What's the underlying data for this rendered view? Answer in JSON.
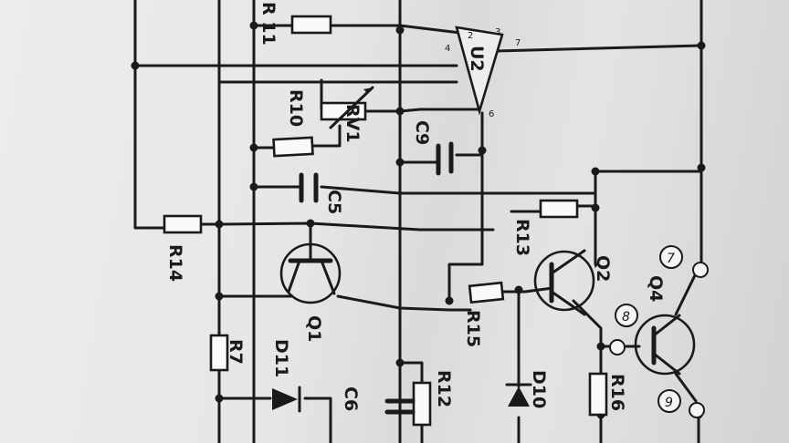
{
  "components": {
    "r11": "R 11",
    "r10": "R10",
    "rv1": "RV1",
    "c9": "C9",
    "u2": "U2",
    "u2_pins": [
      "2",
      "3",
      "4",
      "7",
      "6"
    ],
    "c5": "C5",
    "r14": "R14",
    "r13": "R13",
    "q1": "Q1",
    "q2": "Q2",
    "q4": "Q4",
    "r15": "R15",
    "r7": "R7",
    "d11": "D11",
    "c6": "C6",
    "r12": "R12",
    "d10": "D10",
    "r16": "R16"
  },
  "terminals": [
    "7",
    "8",
    "9"
  ]
}
